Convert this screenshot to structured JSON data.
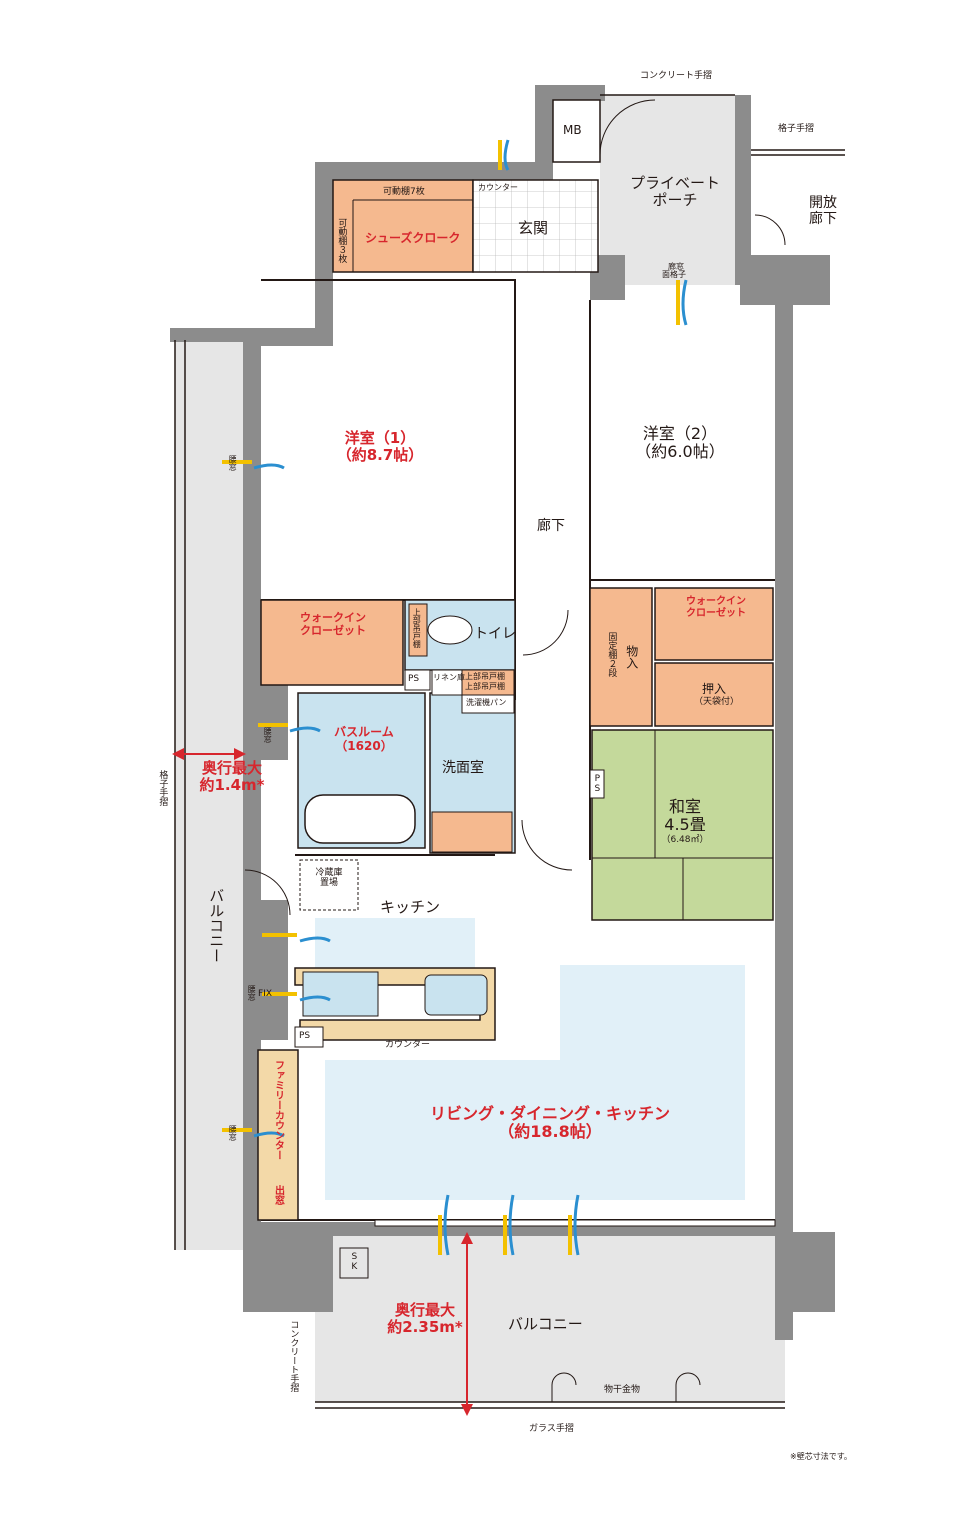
{
  "rooms": {
    "western1": {
      "name": "洋室（1）",
      "size": "（約8.7帖）"
    },
    "western2": {
      "name": "洋室（2）",
      "size": "（約6.0帖）"
    },
    "ldk": {
      "name": "リビング・ダイニング・キッチン",
      "size": "（約18.8帖）"
    },
    "japanese": {
      "name": "和室",
      "size": "4.5畳",
      "area": "（6.48㎡）"
    },
    "bathroom": {
      "name": "バスルーム",
      "size": "（1620）"
    },
    "washroom": "洗面室",
    "toilet": "トイレ",
    "entrance": "玄関",
    "hallway": "廊下",
    "kitchen": "キッチン",
    "private_porch_1": "プライベート",
    "private_porch_2": "ポーチ",
    "open_corridor": "開放廊下",
    "balcony_side": "バルコニー",
    "balcony_main": "バルコニー"
  },
  "storage": {
    "shoes_cloak": "シューズクローク",
    "movable_shelves_7": "可動棚7枚",
    "movable_shelves_3": "可動棚３枚",
    "walkin1_l1": "ウォークイン",
    "walkin1_l2": "クローゼット",
    "walkin2_l1": "ウォークイン",
    "walkin2_l2": "クローゼット",
    "storeroom": "物入",
    "fixed_shelves": "固定棚２段",
    "oshiire": "押入",
    "oshiire_note": "（天袋付）",
    "family_counter": "ファミリーカウンター",
    "bay_window": "出窓",
    "linen": "リネン庫",
    "upper_cabinet_1": "上部吊戸棚",
    "upper_cabinet_2": "上部吊戸棚",
    "washer_pan": "洗濯機パン",
    "toilet_shelf": "上部吊戸棚",
    "fridge_1": "冷蔵庫",
    "fridge_2": "置場"
  },
  "labels": {
    "mb": "MB",
    "ps1": "PS",
    "ps2": "PS",
    "ps3": "PS",
    "sk": "SK",
    "fix": "FIX",
    "counter_entrance": "カウンター",
    "counter_kitchen": "カウンター",
    "concrete_rail_top": "コンクリート手摺",
    "concrete_rail_side": "コンクリート手摺",
    "lattice_rail_top": "格子手摺",
    "lattice_rail_side": "格子手摺",
    "lattice_window": "面格子",
    "glass_rail": "ガラス手摺",
    "laundry_hanger": "物干金物",
    "waist_window_1": "腰窓",
    "waist_window_2": "腰窓",
    "waist_window_3": "腰窓",
    "waist_window_4": "腰窓",
    "hall_window": "廊窓",
    "note": "※壁芯寸法です。"
  },
  "dimensions": {
    "side_balcony_l1": "奥行最大",
    "side_balcony_l2": "約1.4m*",
    "main_balcony_l1": "奥行最大",
    "main_balcony_l2": "約2.35m*"
  },
  "colors": {
    "wall": "#8c8c8c",
    "outside": "#e6e6e6",
    "storage": "#f5b98f",
    "water": "#c9e3ef",
    "tatami": "#c4d99b",
    "ldk_area": "#e1f0f8",
    "dimension": "#d7262d",
    "wind_yellow": "#f3c100",
    "wind_blue": "#2b8fd0"
  }
}
